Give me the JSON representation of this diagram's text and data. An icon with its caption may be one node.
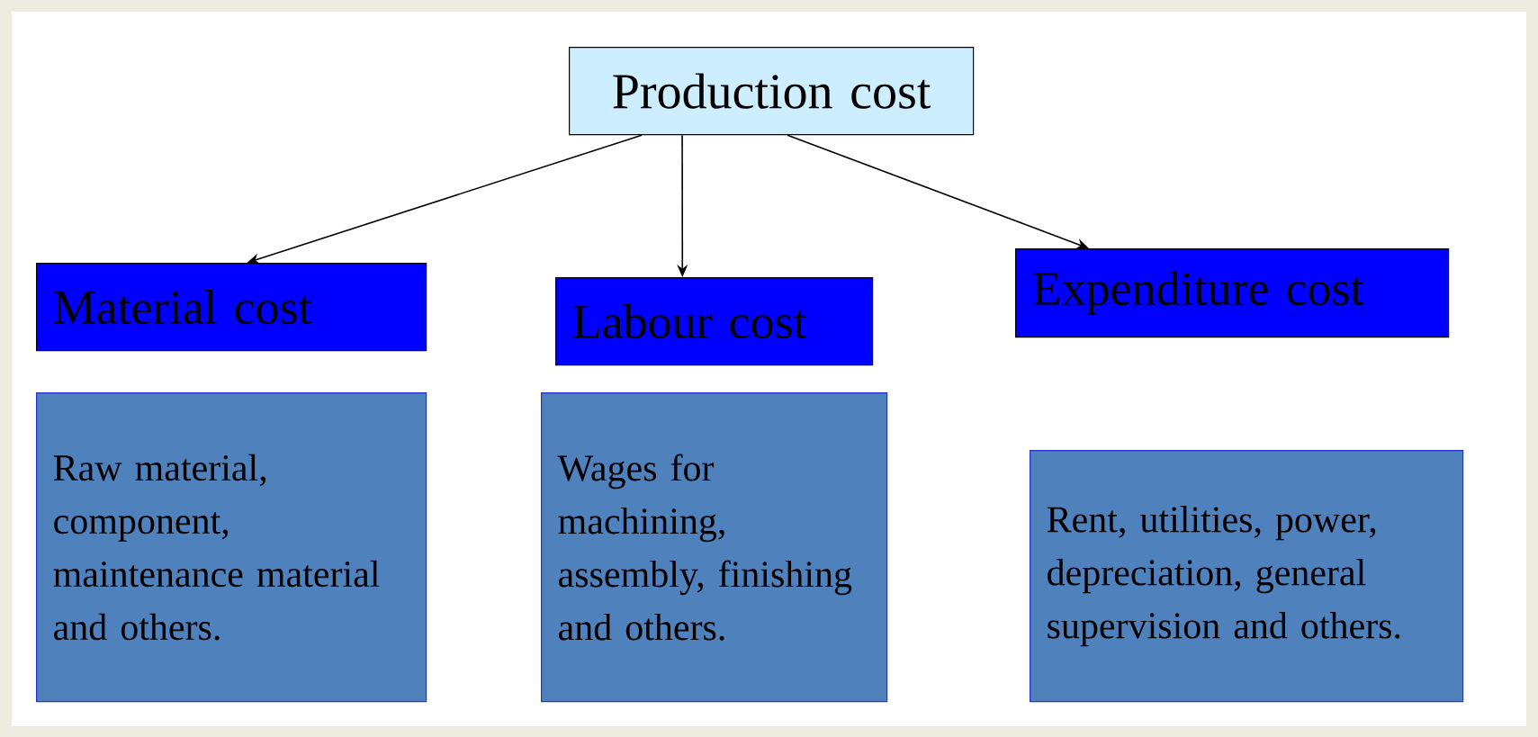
{
  "diagram": {
    "nodes": [
      {
        "text": [
          "Production cost"
        ]
      },
      {
        "text": [
          "Material cost"
        ]
      },
      {
        "text": [
          "Labour cost"
        ]
      },
      {
        "text": [
          "Expenditure cost"
        ]
      },
      {
        "text": [
          "Raw material, component, maintenance material and others."
        ]
      },
      {
        "text": [
          "Wages for machining, assembly, finishing and others."
        ]
      },
      {
        "text": [
          "Rent, utilities, power, depreciation, general supervision and others."
        ]
      }
    ],
    "edges": [
      {
        "from": 0,
        "to": 1,
        "arrow": "to"
      },
      {
        "from": 0,
        "to": 2,
        "arrow": "to"
      },
      {
        "from": 0,
        "to": 3,
        "arrow": "to"
      }
    ]
  }
}
